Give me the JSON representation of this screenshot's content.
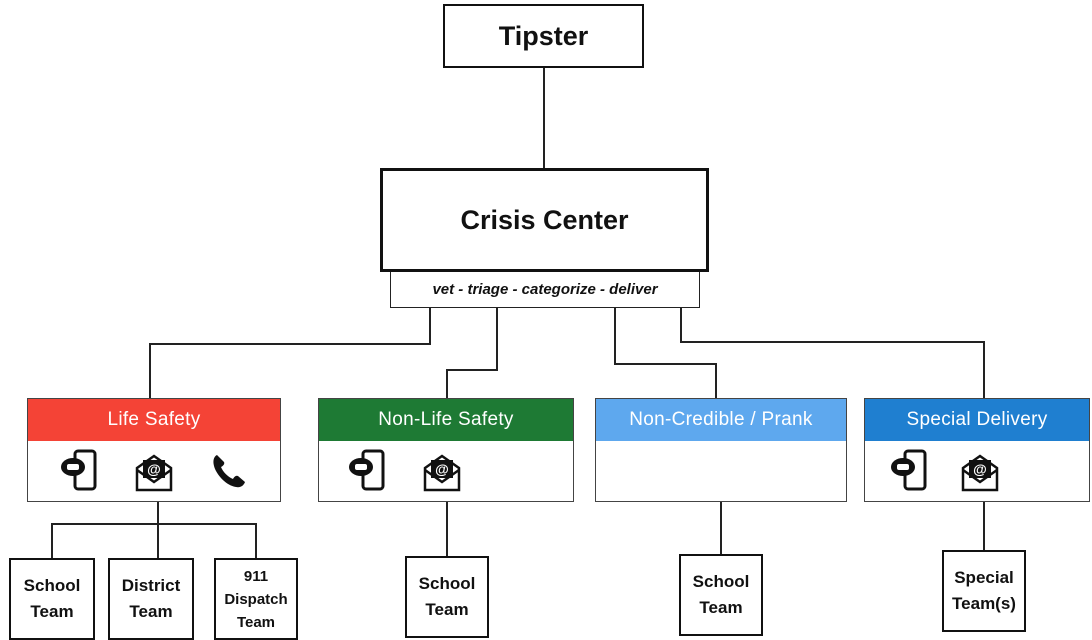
{
  "root": {
    "label": "Tipster"
  },
  "center": {
    "label": "Crisis Center",
    "tagline": "vet - triage - categorize - deliver"
  },
  "categories": [
    {
      "label": "Life Safety",
      "color": "#f44336",
      "icons": [
        "phone-message-icon",
        "email-icon",
        "phone-icon"
      ]
    },
    {
      "label": "Non-Life Safety",
      "color": "#1e7a34",
      "icons": [
        "phone-message-icon",
        "email-icon"
      ]
    },
    {
      "label": "Non-Credible / Prank",
      "color": "#5ea8ee",
      "icons": []
    },
    {
      "label": "Special Delivery",
      "color": "#1f7fd0",
      "icons": [
        "phone-message-icon",
        "email-icon"
      ]
    }
  ],
  "teams": [
    {
      "label": "School\nTeam"
    },
    {
      "label": "District\nTeam"
    },
    {
      "label": "911\nDispatch\nTeam"
    },
    {
      "label": "School\nTeam"
    },
    {
      "label": "School\nTeam"
    },
    {
      "label": "Special\nTeam(s)"
    }
  ]
}
